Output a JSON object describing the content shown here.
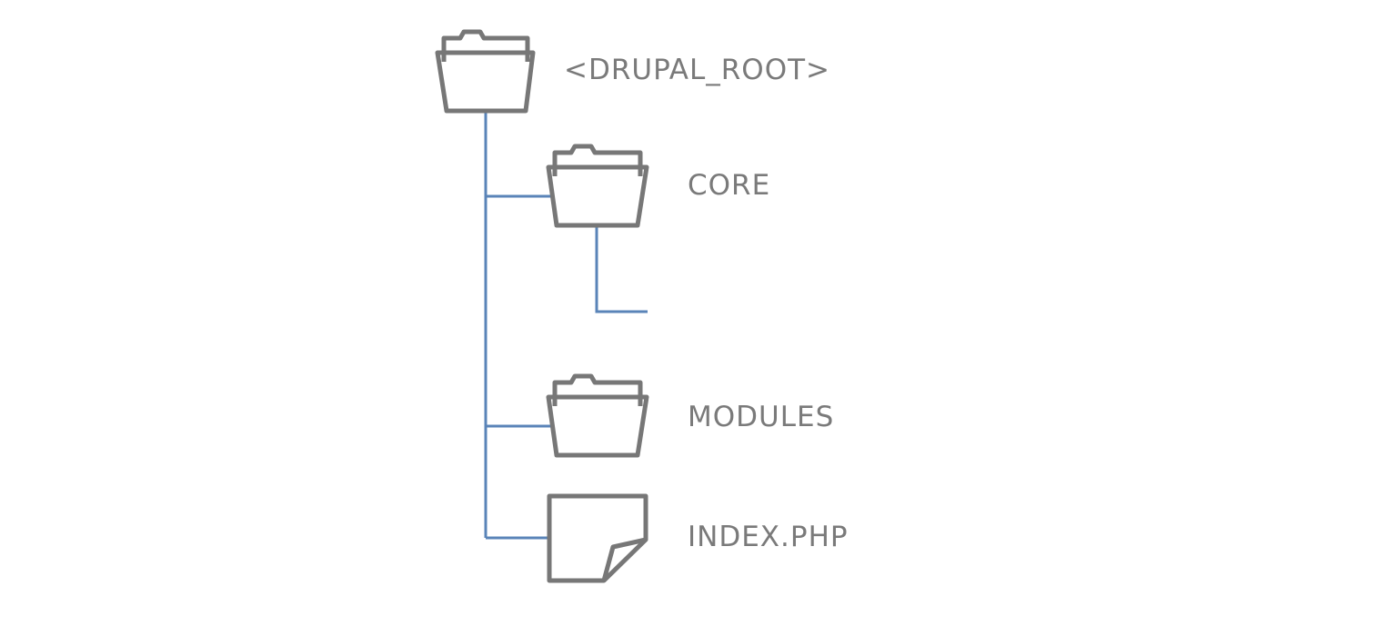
{
  "tree": {
    "root": {
      "label": "<DRUPAL_ROOT>",
      "icon": "folder-icon"
    },
    "core": {
      "label": "CORE",
      "icon": "folder-icon"
    },
    "modules": {
      "label": "MODULES",
      "icon": "folder-icon"
    },
    "index": {
      "label": "INDEX.PHP",
      "icon": "file-icon"
    }
  },
  "colors": {
    "icon_stroke": "#777777",
    "connector": "#5a84b8",
    "label": "#7a7a7a"
  }
}
